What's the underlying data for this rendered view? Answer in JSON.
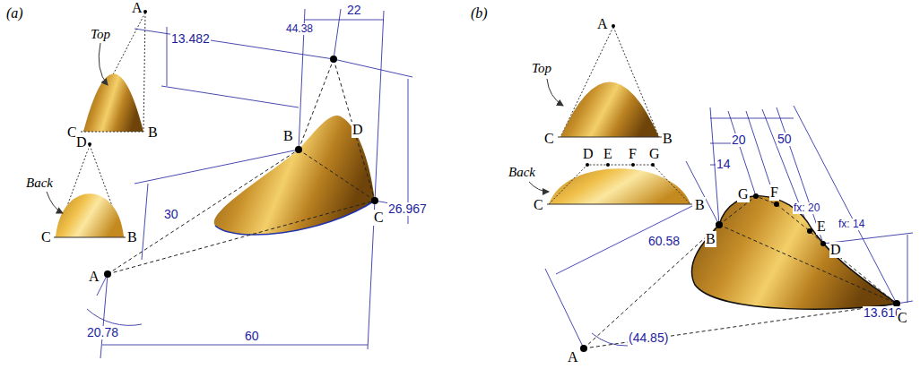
{
  "diagram": {
    "labels": [
      "(a)",
      "A",
      "Top",
      "C",
      "B",
      "Back",
      "D",
      "C",
      "B",
      "13.482",
      "44.38",
      "22",
      "D",
      "B",
      "30",
      "26.967",
      "C",
      "20.78",
      "A",
      "60",
      "(b)",
      "A",
      "Top",
      "C",
      "B",
      "D",
      "E",
      "F",
      "G",
      "Back",
      "C",
      "B",
      "20",
      "50",
      "14",
      "G",
      "F",
      "fx: 20",
      "fx: 14",
      "E",
      "D",
      "B",
      "60.58",
      "13.616",
      "C",
      "A",
      "(44.85)"
    ]
  }
}
